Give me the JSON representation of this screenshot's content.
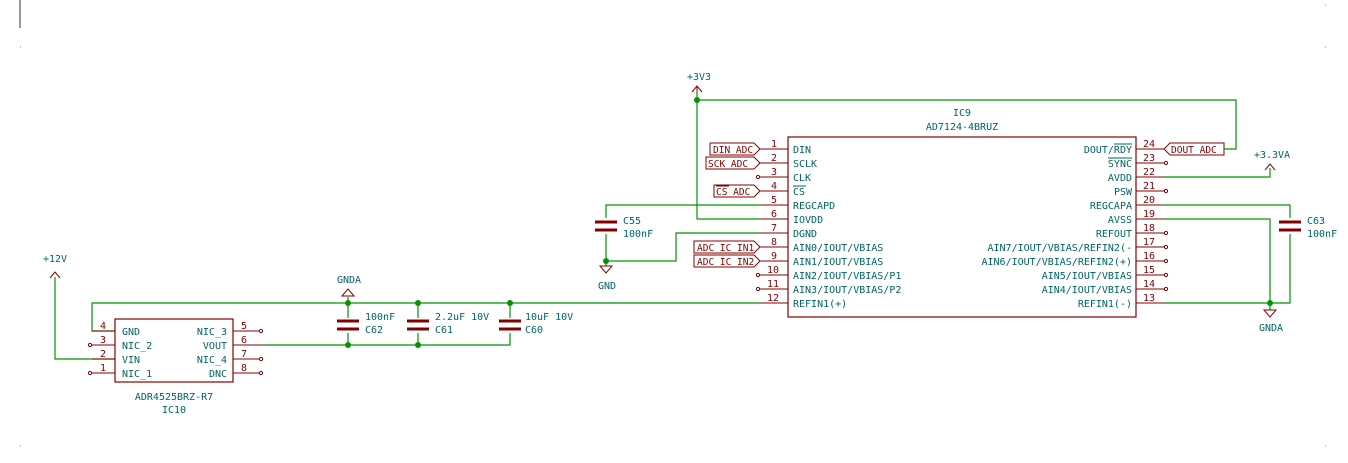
{
  "ic9": {
    "ref": "IC9",
    "value": "AD7124-4BRUZ",
    "left_pins": [
      {
        "num": "1",
        "name": "DIN"
      },
      {
        "num": "2",
        "name": "SCLK"
      },
      {
        "num": "3",
        "name": "CLK"
      },
      {
        "num": "4",
        "name": "CS"
      },
      {
        "num": "5",
        "name": "REGCAPD"
      },
      {
        "num": "6",
        "name": "IOVDD"
      },
      {
        "num": "7",
        "name": "DGND"
      },
      {
        "num": "8",
        "name": "AIN0/IOUT/VBIAS"
      },
      {
        "num": "9",
        "name": "AIN1/IOUT/VBIAS"
      },
      {
        "num": "10",
        "name": "AIN2/IOUT/VBIAS/P1"
      },
      {
        "num": "11",
        "name": "AIN3/IOUT/VBIAS/P2"
      },
      {
        "num": "12",
        "name": "REFIN1(+)"
      }
    ],
    "right_pins": [
      {
        "num": "24",
        "name": "DOUT/RDY"
      },
      {
        "num": "23",
        "name": "SYNC"
      },
      {
        "num": "22",
        "name": "AVDD"
      },
      {
        "num": "21",
        "name": "PSW"
      },
      {
        "num": "20",
        "name": "REGCAPA"
      },
      {
        "num": "19",
        "name": "AVSS"
      },
      {
        "num": "18",
        "name": "REFOUT"
      },
      {
        "num": "17",
        "name": "AIN7/IOUT/VBIAS/REFIN2(-"
      },
      {
        "num": "16",
        "name": "AIN6/IOUT/VBIAS/REFIN2(+)"
      },
      {
        "num": "15",
        "name": "AIN5/IOUT/VBIAS"
      },
      {
        "num": "14",
        "name": "AIN4/IOUT/VBIAS"
      },
      {
        "num": "13",
        "name": "REFIN1(-)"
      }
    ]
  },
  "ic10": {
    "ref": "IC10",
    "value": "ADR4525BRZ-R7",
    "left_pins": [
      {
        "num": "4",
        "name": "GND"
      },
      {
        "num": "3",
        "name": "NIC_2"
      },
      {
        "num": "2",
        "name": "VIN"
      },
      {
        "num": "1",
        "name": "NIC_1"
      }
    ],
    "right_pins": [
      {
        "num": "5",
        "name": "NIC_3"
      },
      {
        "num": "6",
        "name": "VOUT"
      },
      {
        "num": "7",
        "name": "NIC_4"
      },
      {
        "num": "8",
        "name": "DNC"
      }
    ]
  },
  "labels": {
    "din": "DIN_ADC",
    "sck": "SCK_ADC",
    "cs": "CS_ADC",
    "adc1": "ADC_IC_IN1",
    "adc2": "ADC_IC_IN2",
    "dout": "DOUT_ADC"
  },
  "power": {
    "p3v3": "+3V3",
    "p3v3a": "+3.3VA",
    "p12v": "+12V",
    "gnd": "GND",
    "gnda_top": "GNDA",
    "gnda_bottom": "GNDA"
  },
  "caps": [
    {
      "id": "c55",
      "ref": "C55",
      "value": "100nF"
    },
    {
      "id": "c63",
      "ref": "C63",
      "value": "100nF"
    },
    {
      "id": "c62",
      "ref": "C62",
      "value": "100nF"
    },
    {
      "id": "c61",
      "ref": "C61",
      "value": "2.2uF 10V"
    },
    {
      "id": "c60",
      "ref": "C60",
      "value": "10uF 10V"
    }
  ],
  "colors": {
    "wire": "#009600",
    "symbol": "#840000",
    "text": "#006464"
  }
}
